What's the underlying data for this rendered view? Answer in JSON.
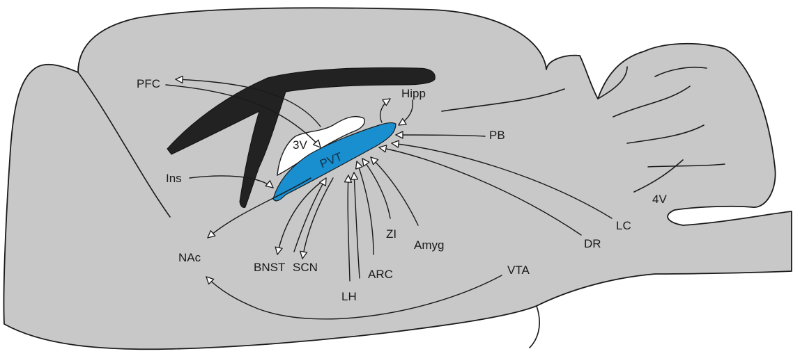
{
  "colors": {
    "brain_fill": "#c8c8c8",
    "pvt_fill": "#1a8fd0",
    "tract_fill": "#222222",
    "ventricle_fill": "#ffffff"
  },
  "labels": {
    "pfc": "PFC",
    "hipp": "Hipp",
    "v3": "3V",
    "pvt": "PVT",
    "pb": "PB",
    "ins": "Ins",
    "v4": "4V",
    "lc": "LC",
    "dr": "DR",
    "nac": "NAc",
    "bnst": "BNST",
    "scn": "SCN",
    "zi": "ZI",
    "amyg": "Amyg",
    "arc": "ARC",
    "lh": "LH",
    "vta": "VTA"
  }
}
